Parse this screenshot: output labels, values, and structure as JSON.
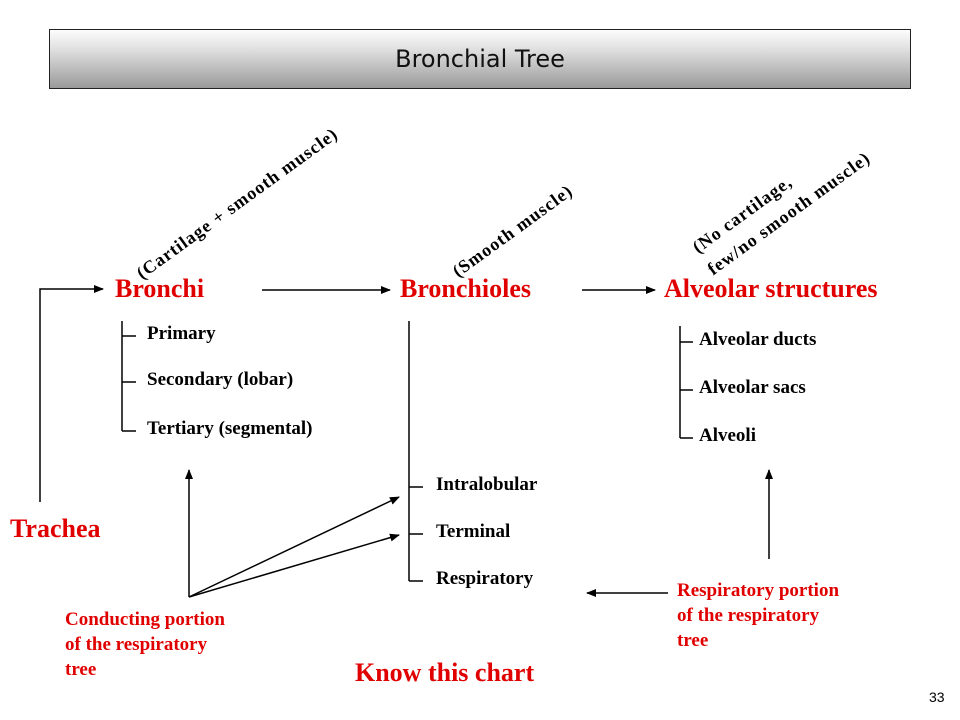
{
  "title": "Bronchial Tree",
  "columns": {
    "bronchi": {
      "heading": "Bronchi",
      "note": "(Cartilage + smooth muscle)",
      "items": [
        "Primary",
        "Secondary (lobar)",
        "Tertiary (segmental)"
      ]
    },
    "bronchioles": {
      "heading": "Bronchioles",
      "note": "(Smooth muscle)",
      "items": [
        "Intralobular",
        "Terminal",
        "Respiratory"
      ]
    },
    "alveolar": {
      "heading": "Alveolar structures",
      "note_line1": "(No cartilage,",
      "note_line2": "few/no smooth muscle)",
      "items": [
        "Alveolar ducts",
        "Alveolar sacs",
        "Alveoli"
      ]
    }
  },
  "trachea": "Trachea",
  "conducting": {
    "line1": "Conducting portion",
    "line2": "of the respiratory",
    "line3": "tree"
  },
  "respiratory_portion": {
    "line1": "Respiratory portion",
    "line2": "of the respiratory",
    "line3": "tree"
  },
  "footer_note": "Know this chart",
  "page_number": "33",
  "colors": {
    "accent": "#e00000"
  }
}
